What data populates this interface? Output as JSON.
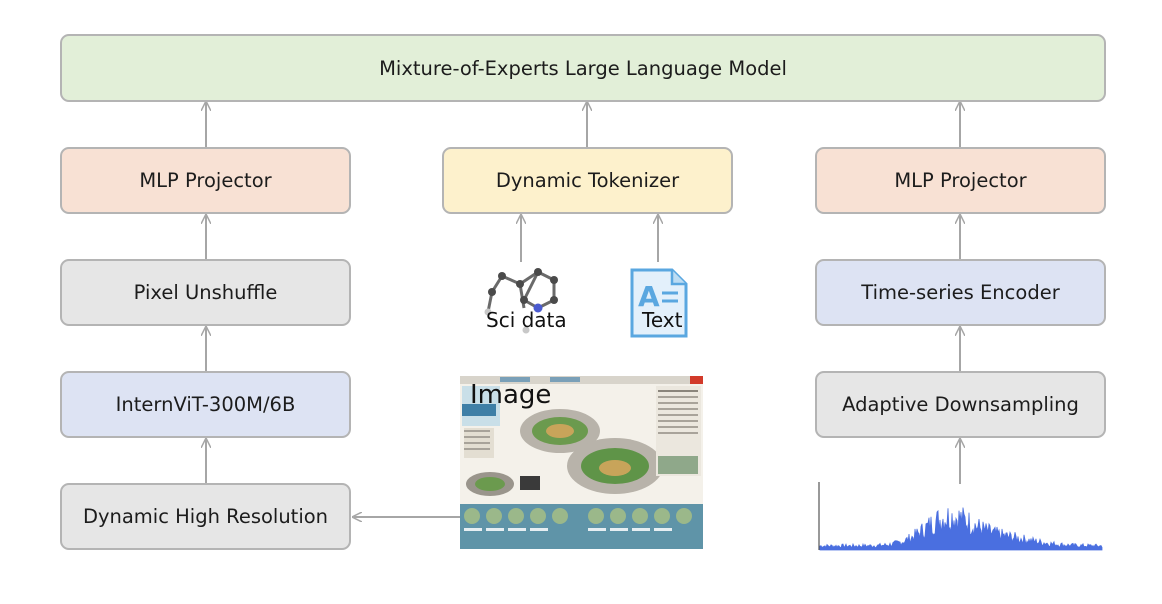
{
  "top": {
    "label": "Mixture-of-Experts Large Language Model"
  },
  "left": {
    "projector": "MLP Projector",
    "unshuffle": "Pixel Unshuffle",
    "vit": "InternViT-300M/6B",
    "dynres": "Dynamic High Resolution"
  },
  "middle": {
    "tokenizer": "Dynamic Tokenizer",
    "sci": "Sci data",
    "text": "Text",
    "image": "Image"
  },
  "right": {
    "projector": "MLP Projector",
    "encoder": "Time-series Encoder",
    "downsampling": "Adaptive Downsampling"
  },
  "colors": {
    "green": "#e2efd8",
    "salmon": "#f8e1d4",
    "yellow": "#fdf1cc",
    "gray": "#e6e6e6",
    "blue": "#dde3f3",
    "signal": "#4a6fe0"
  }
}
